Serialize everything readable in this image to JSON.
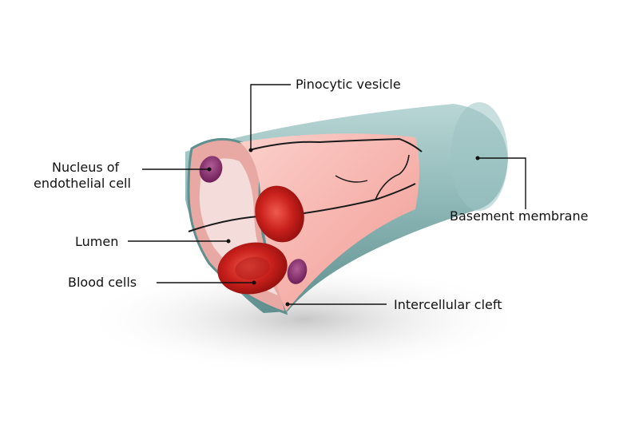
{
  "labels": {
    "pinocytic_vesicle": "Pinocytic vesicle",
    "nucleus_line1": "Nucleus of",
    "nucleus_line2": "endothelial cell",
    "basement_membrane": "Basement membrane",
    "lumen": "Lumen",
    "blood_cells": "Blood cells",
    "intercellular_cleft": "Intercellular cleft"
  },
  "colors": {
    "basement_membrane": "#8fb9b8",
    "endothelium": "#f6b7b2",
    "lumen_interior": "#f3dcda",
    "blood_cell": "#c9201c",
    "nucleus": "#8e2f72",
    "leader_line": "#111111"
  }
}
